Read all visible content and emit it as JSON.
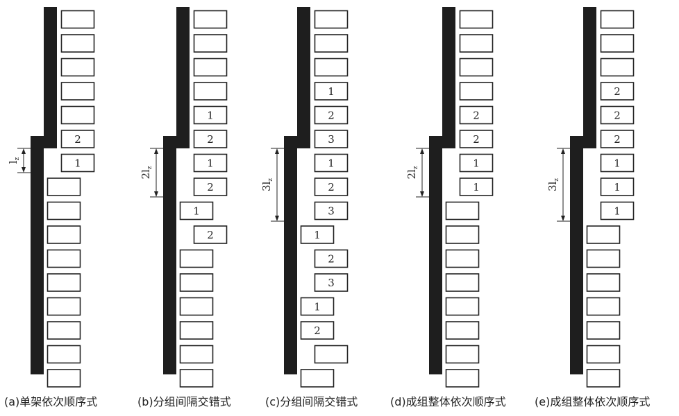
{
  "colors": {
    "beam": "#1e1e1e",
    "box_stroke": "#222222",
    "text": "#222222"
  },
  "dimension_unit": "l",
  "dimension_subscript": "z",
  "panels": [
    {
      "id": "a",
      "caption": "(a)单架依次顺序式",
      "dimension_label": "l",
      "dimension_multiple": 1,
      "rows": [
        [
          "outer",
          ""
        ],
        [
          "outer",
          ""
        ],
        [
          "outer",
          ""
        ],
        [
          "outer",
          ""
        ],
        [
          "outer",
          ""
        ],
        [
          "outer",
          "2"
        ],
        [
          "outer",
          "1"
        ],
        [
          "inner",
          ""
        ],
        [
          "inner",
          ""
        ],
        [
          "inner",
          ""
        ],
        [
          "inner",
          ""
        ],
        [
          "inner",
          ""
        ],
        [
          "inner",
          ""
        ],
        [
          "inner",
          ""
        ],
        [
          "inner",
          ""
        ],
        [
          "inner",
          ""
        ]
      ]
    },
    {
      "id": "b",
      "caption": "(b)分组间隔交错式",
      "dimension_label": "2l",
      "dimension_multiple": 2,
      "rows": [
        [
          "outer",
          ""
        ],
        [
          "outer",
          ""
        ],
        [
          "outer",
          ""
        ],
        [
          "outer",
          ""
        ],
        [
          "outer",
          "1"
        ],
        [
          "outer",
          "2"
        ],
        [
          "outer",
          "1"
        ],
        [
          "outer",
          "2"
        ],
        [
          "inner",
          "1"
        ],
        [
          "outer",
          "2"
        ],
        [
          "inner",
          ""
        ],
        [
          "inner",
          ""
        ],
        [
          "inner",
          ""
        ],
        [
          "inner",
          ""
        ],
        [
          "inner",
          ""
        ],
        [
          "inner",
          ""
        ]
      ]
    },
    {
      "id": "c",
      "caption": "(c)分组间隔交错式",
      "dimension_label": "3l",
      "dimension_multiple": 3,
      "rows": [
        [
          "outer",
          ""
        ],
        [
          "outer",
          ""
        ],
        [
          "outer",
          ""
        ],
        [
          "outer",
          "1"
        ],
        [
          "outer",
          "2"
        ],
        [
          "outer",
          "3"
        ],
        [
          "outer",
          "1"
        ],
        [
          "outer",
          "2"
        ],
        [
          "outer",
          "3"
        ],
        [
          "inner",
          "1"
        ],
        [
          "outer",
          "2"
        ],
        [
          "outer",
          "3"
        ],
        [
          "inner",
          "1"
        ],
        [
          "inner",
          "2"
        ],
        [
          "outer",
          ""
        ],
        [
          "inner",
          ""
        ]
      ]
    },
    {
      "id": "d",
      "caption": "(d)成组整体依次顺序式",
      "dimension_label": "2l",
      "dimension_multiple": 2,
      "rows": [
        [
          "outer",
          ""
        ],
        [
          "outer",
          ""
        ],
        [
          "outer",
          ""
        ],
        [
          "outer",
          ""
        ],
        [
          "outer",
          "2"
        ],
        [
          "outer",
          "2"
        ],
        [
          "outer",
          "1"
        ],
        [
          "outer",
          "1"
        ],
        [
          "inner",
          ""
        ],
        [
          "inner",
          ""
        ],
        [
          "inner",
          ""
        ],
        [
          "inner",
          ""
        ],
        [
          "inner",
          ""
        ],
        [
          "inner",
          ""
        ],
        [
          "inner",
          ""
        ],
        [
          "inner",
          ""
        ]
      ]
    },
    {
      "id": "e",
      "caption": "(e)成组整体依次顺序式",
      "dimension_label": "3l",
      "dimension_multiple": 3,
      "rows": [
        [
          "outer",
          ""
        ],
        [
          "outer",
          ""
        ],
        [
          "outer",
          ""
        ],
        [
          "outer",
          "2"
        ],
        [
          "outer",
          "2"
        ],
        [
          "outer",
          "2"
        ],
        [
          "outer",
          "1"
        ],
        [
          "outer",
          "1"
        ],
        [
          "outer",
          "1"
        ],
        [
          "inner",
          ""
        ],
        [
          "inner",
          ""
        ],
        [
          "inner",
          ""
        ],
        [
          "inner",
          ""
        ],
        [
          "inner",
          ""
        ],
        [
          "inner",
          ""
        ],
        [
          "inner",
          ""
        ]
      ]
    }
  ]
}
